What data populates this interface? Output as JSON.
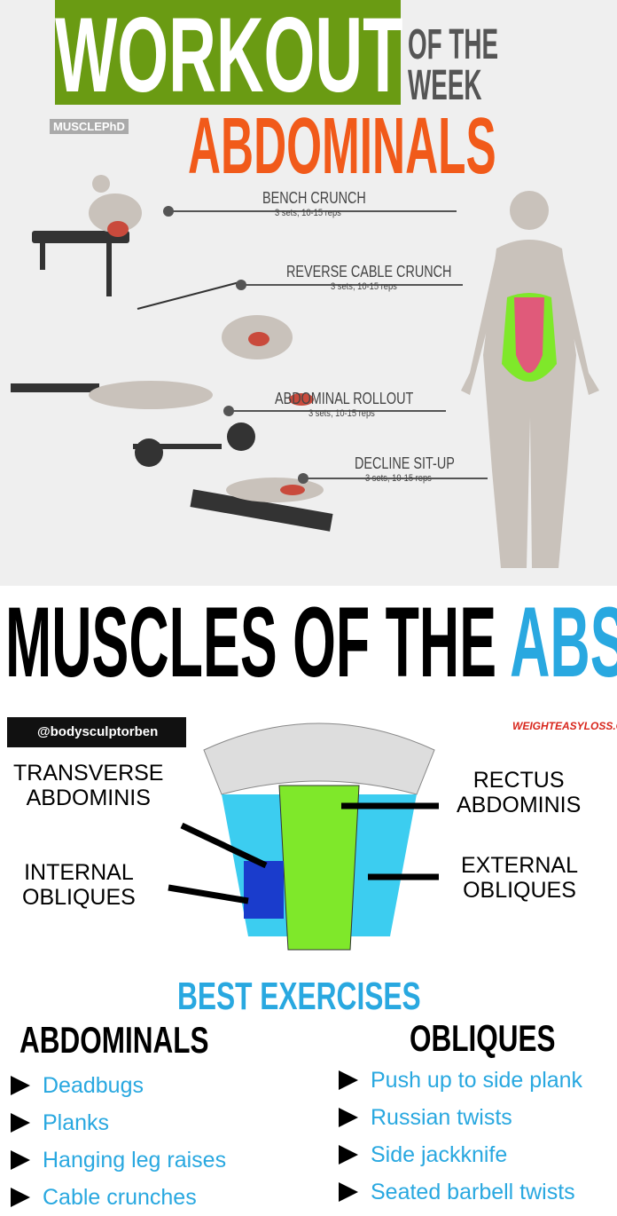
{
  "header": {
    "title_word": "WORKOUT",
    "title_suffix_1": "OF THE",
    "title_suffix_2": "WEEK",
    "subject": "ABDOMINALS",
    "logo": "MUSCLEPhD"
  },
  "exercises": [
    {
      "name": "BENCH CRUNCH",
      "detail": "3 sets, 10-15 reps"
    },
    {
      "name": "REVERSE CABLE CRUNCH",
      "detail": "3 sets, 10-15 reps"
    },
    {
      "name": "ABDOMINAL ROLLOUT",
      "detail": "3 sets, 10-15 reps"
    },
    {
      "name": "DECLINE SIT-UP",
      "detail": "3 sets, 10-15 reps"
    }
  ],
  "anatomy": {
    "title_main": "MUSCLES OF THE ",
    "title_accent": "ABS",
    "handle": "@bodysculptorben",
    "site": "WEIGHTEASYLOSS.COM",
    "labels": {
      "transverse": "TRANSVERSE\nABDOMINIS",
      "rectus": "RECTUS\nABDOMINIS",
      "internal": "INTERNAL\nOBLIQUES",
      "external": "EXTERNAL\nOBLIQUES"
    }
  },
  "best": {
    "title": "BEST EXERCISES",
    "abdominals": {
      "heading": "ABDOMINALS",
      "items": [
        "Deadbugs",
        "Planks",
        "Hanging leg raises",
        "Cable crunches"
      ]
    },
    "obliques": {
      "heading": "OBLIQUES",
      "items": [
        "Push up to side plank",
        "Russian twists",
        "Side jackknife",
        "Seated barbell twists"
      ]
    }
  },
  "colors": {
    "green": "#6a9b13",
    "orange": "#f15a1a",
    "blue": "#29a8e0",
    "rectus": "#7fe82a",
    "obliques": "#3ccdf0",
    "internal": "#1a3ccc"
  }
}
